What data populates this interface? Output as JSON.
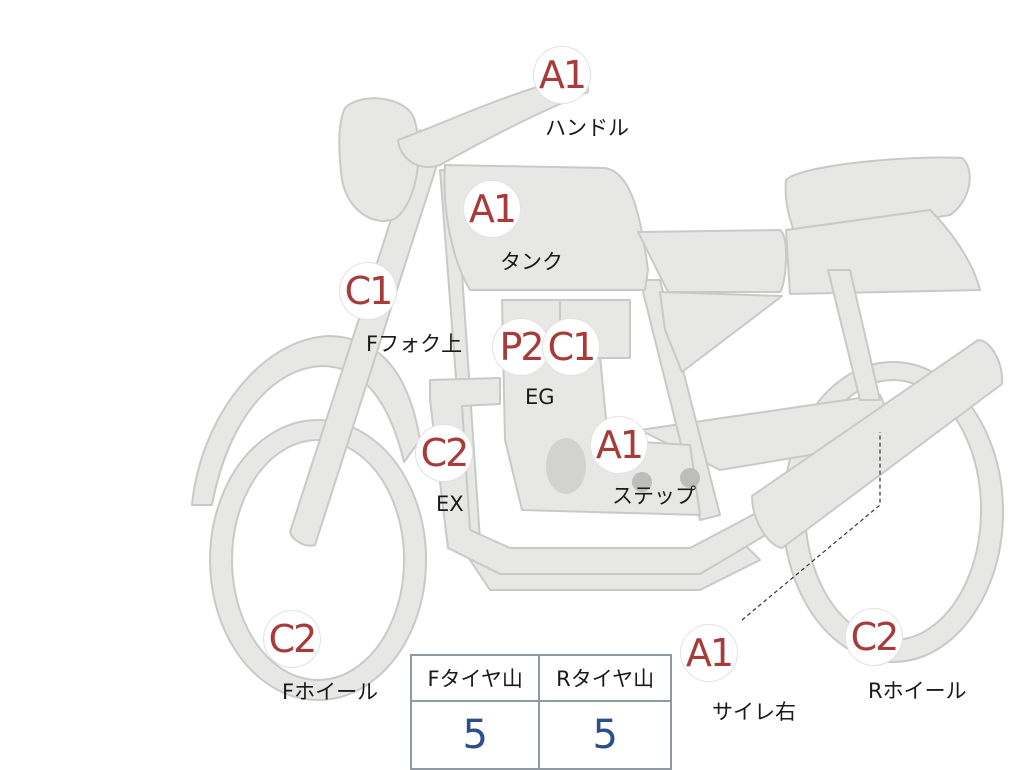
{
  "colors": {
    "body_fill": "#e7e7e5",
    "body_stroke": "#c9c9c7",
    "code_red": "#a83a3a",
    "value_blue": "#2c4f8c",
    "table_border": "#8f9aa3"
  },
  "markers": {
    "handle": {
      "code": "A1",
      "label": "ハンドル"
    },
    "tank": {
      "code": "A1",
      "label": "タンク"
    },
    "fork_upper": {
      "code": "C1",
      "label": "Fフォク上"
    },
    "engine_p2": {
      "code": "P2"
    },
    "engine_c1": {
      "code": "C1",
      "label": "EG"
    },
    "step": {
      "code": "A1",
      "label": "ステップ"
    },
    "exhaust": {
      "code": "C2",
      "label": "EX"
    },
    "front_wheel": {
      "code": "C2",
      "label": "Fホイール"
    },
    "muffler_right": {
      "code": "A1",
      "label": "サイレ右"
    },
    "rear_wheel": {
      "code": "C2",
      "label": "Rホイール"
    }
  },
  "tread_table": {
    "front_header": "Fタイヤ山",
    "rear_header": "Rタイヤ山",
    "front_value": "5",
    "rear_value": "5"
  }
}
